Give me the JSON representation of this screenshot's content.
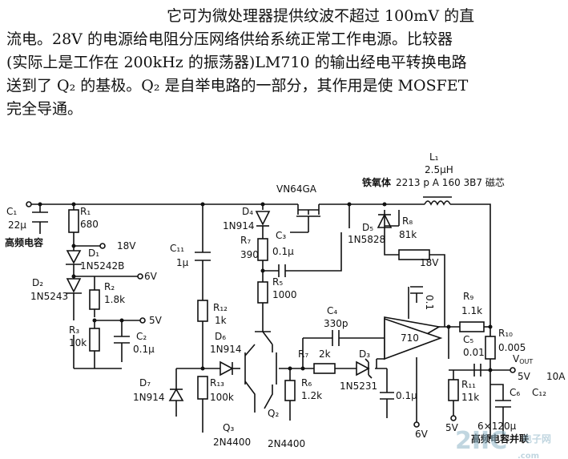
{
  "paragraph": {
    "lines": [
      "它可为微处理器提供纹波不超过 100mV 的直",
      "流电。28V 的电源给电阻分压网络供给系统正常工作电源。比较器",
      "(实际上是工作在 200kHz 的振荡器)LM710 的输出经电平转换电路",
      "送到了 Q₂ 的基极。Q₂ 是自举电路的一部分，其作用是使 MOSFET",
      "完全导通。"
    ]
  },
  "labels": {
    "c1": "C₁",
    "c1v": "22μ",
    "c1n": "高频电容",
    "r1": "R₁",
    "r1v": "680",
    "d1": "D₁",
    "d1v": "1N5242B",
    "v18a": "18V",
    "d2": "D₂",
    "d2v": "1N5243",
    "r2": "R₂",
    "r2v": "1.8k",
    "v6a": "6V",
    "v5a": "5V",
    "r3": "R₃",
    "r3v": "10k",
    "c2": "C₂",
    "c2v": "0.1μ",
    "c11": "C₁₁",
    "c11v": "1μ",
    "d4": "D₄",
    "d4v": "1N914",
    "r7": "R₇",
    "r7v": "390",
    "vn": "VN64GA",
    "c3": "C₃",
    "c3v": "0.1μ",
    "r5": "R₅",
    "r5v": "1000",
    "d5": "D₅",
    "d5v": "1N5828",
    "r8": "R₈",
    "r8v": "81k",
    "l1": "L₁",
    "l1v": "2.5μH",
    "l1n": "铁氧体",
    "l1c": "2213 p A 160 3B7 磁芯",
    "v18b": "18V",
    "c4": "C₄",
    "c4v": "330p",
    "r7b": "R₇",
    "r7bv": "2k",
    "d3": "D₃",
    "d3v": "1N5231",
    "opamp": "710",
    "r12": "R₁₂",
    "r12v": "1k",
    "d6": "D₆",
    "d6v": "1N914",
    "r13": "R₁₃",
    "r13v": "100k",
    "d7": "D₇",
    "d7v": "1N914",
    "q3": "Q₃",
    "q3v": "2N4400",
    "q2": "Q₂",
    "q2v": "2N4400",
    "r6": "R₆",
    "r6v": "1.2k",
    "c01": "0.1μ",
    "v6b": "6V",
    "v5b": "5V",
    "r9": "R₉",
    "r9v": "1.1k",
    "r10": "R₁₀",
    "r10v": "0.005",
    "c5": "C₅",
    "c5v": "0.01",
    "r11": "R₁₁",
    "r11v": "11k",
    "vout": "V",
    "voutsub": "OUT",
    "vo5": "5V",
    "vo10": "10A",
    "c6": "C₆",
    "c12": "C₁₂",
    "c6v": "6×120μ",
    "c6n": "高频电容并联",
    "cap": "0.1"
  },
  "watermark": {
    "main": "2IIC",
    "com": ".com",
    "cn1": "电子网"
  }
}
